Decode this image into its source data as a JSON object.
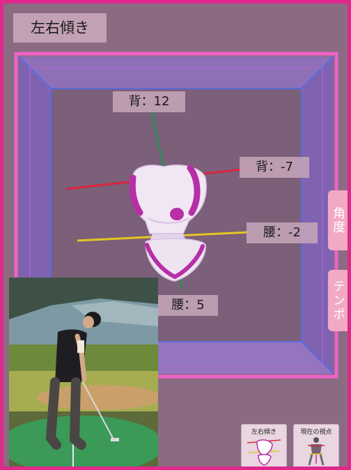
{
  "mode": {
    "title": "左右傾き"
  },
  "labels": {
    "back_upper": "背：12",
    "back_right": "背：-7",
    "waist_right": "腰：-2",
    "waist_lower": "腰：5"
  },
  "side_tabs": {
    "angle": "角度",
    "tempo": "テンポ"
  },
  "view_buttons": {
    "tilt": "左右傾き",
    "current_view": "現在の視点"
  },
  "colors": {
    "frame_border": "#e0288c",
    "panel_bg": "#8b6b82",
    "box_outer": "#ee62c8",
    "box_inner": "#8f72c4",
    "axis_red": "#d7263d",
    "axis_yellow": "#e3c623",
    "axis_green": "#2e8b57",
    "tab_pink": "#f2a9c6"
  }
}
